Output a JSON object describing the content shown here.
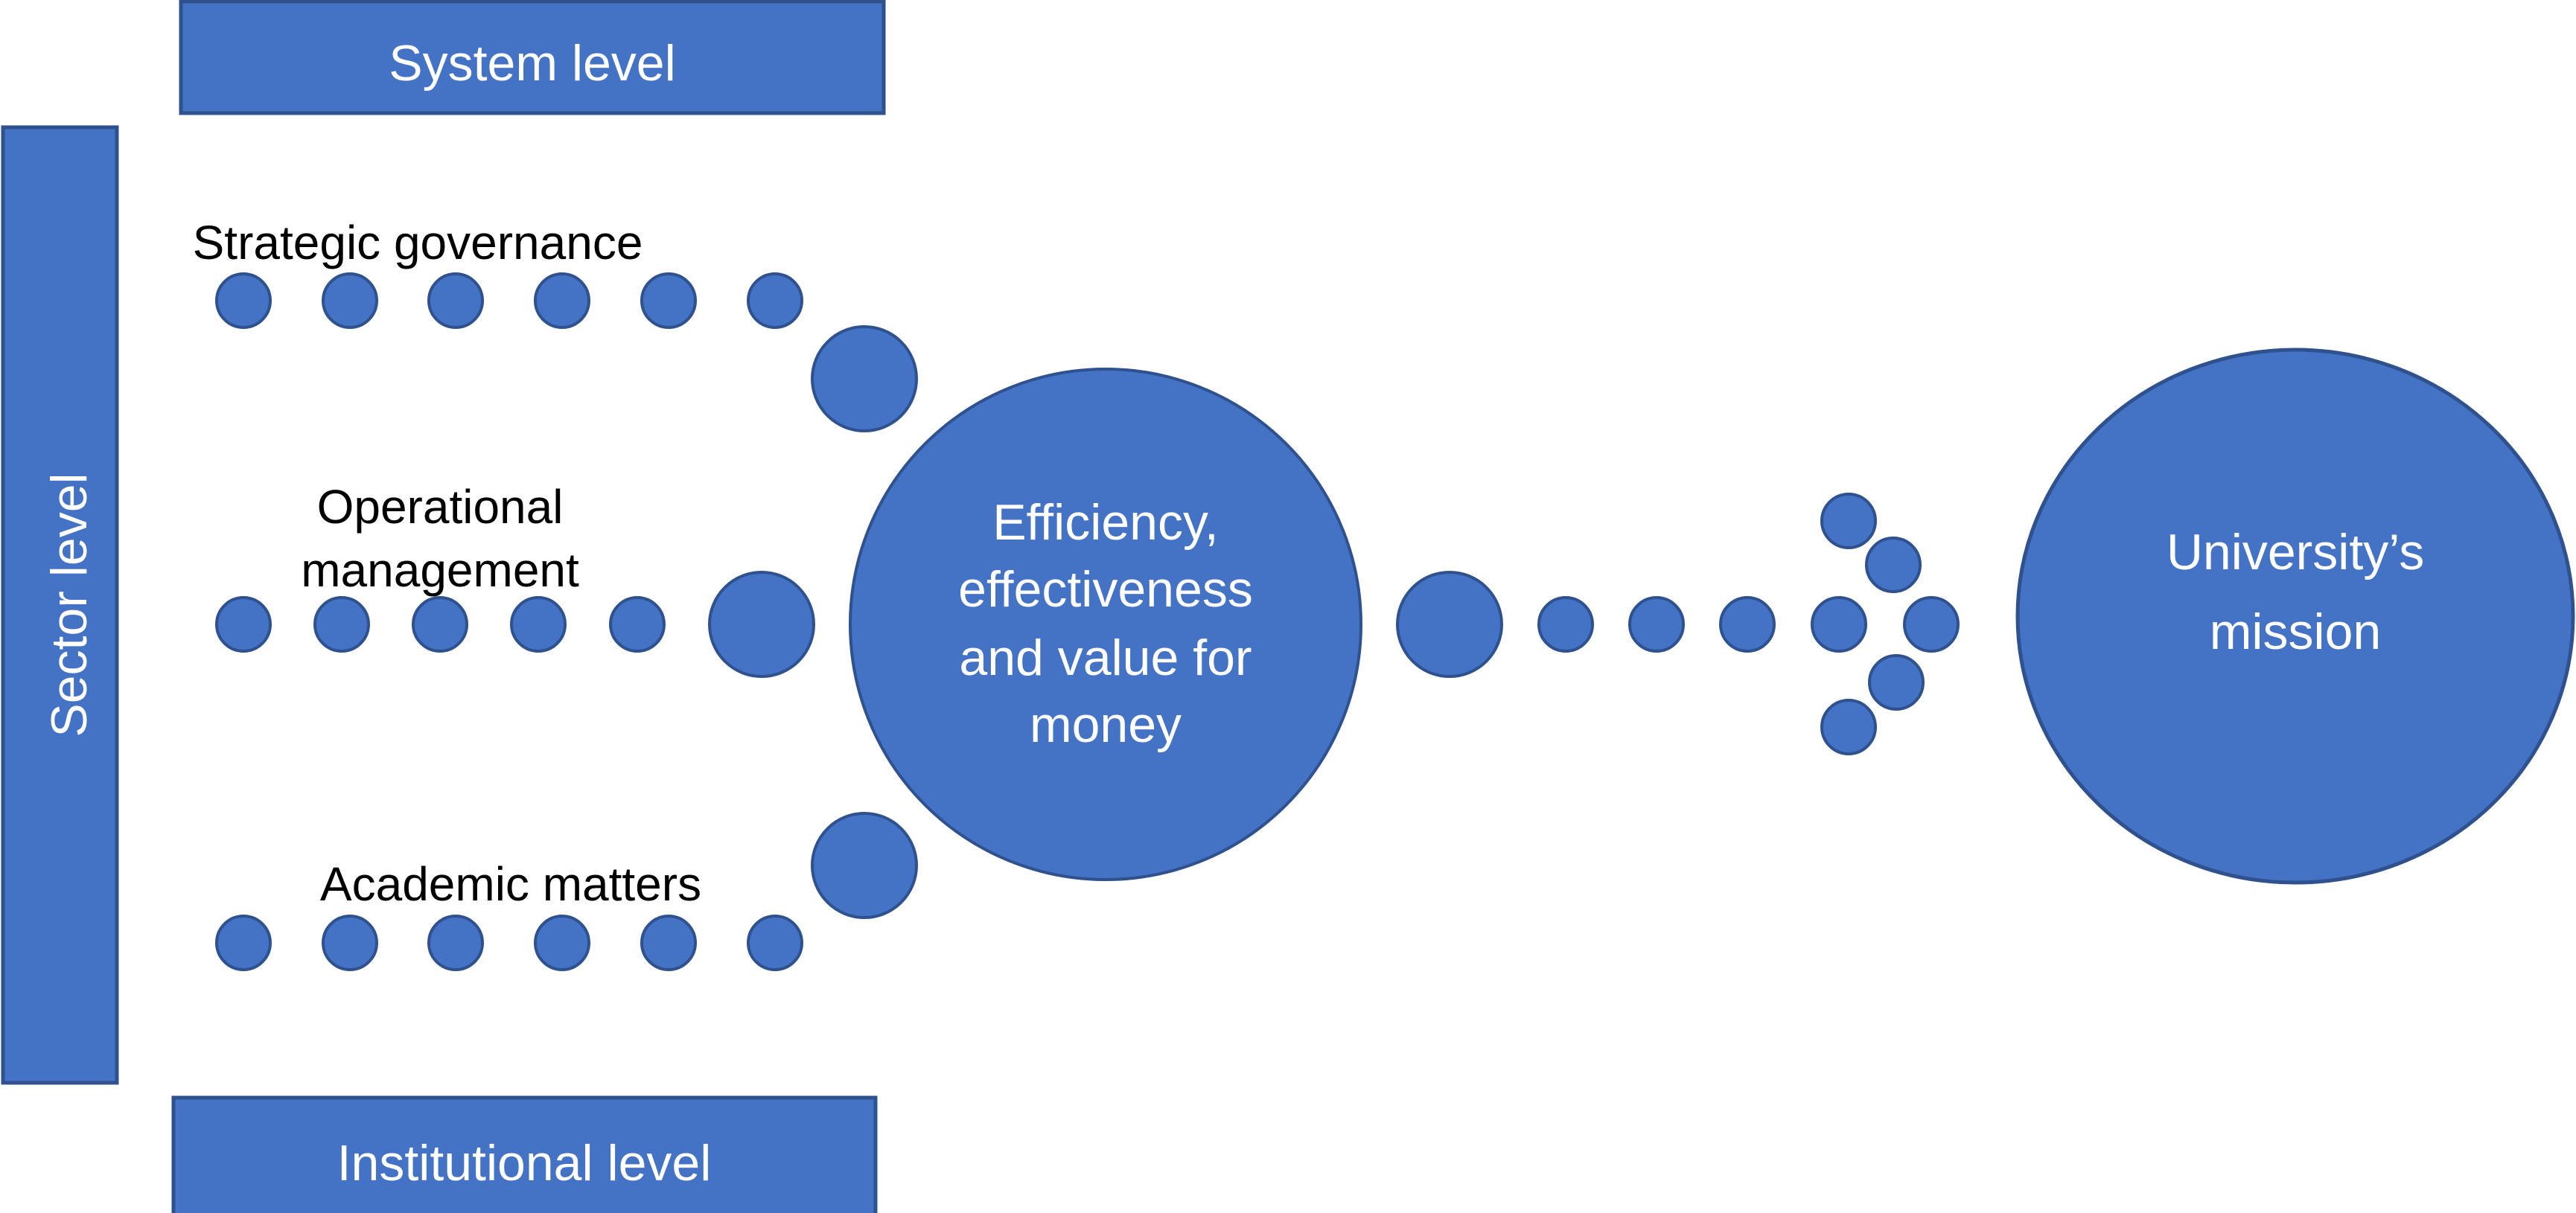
{
  "colors": {
    "fill": "#4472C4",
    "stroke": "#2F528F",
    "bar_text": "#FFFFFF",
    "label_text": "#000000"
  },
  "bars": {
    "system_level": "System level",
    "sector_level": "Sector level",
    "institutional_level": "Institutional level"
  },
  "streams": {
    "strategic_governance": "Strategic governance",
    "operational_management_line1": "Operational",
    "operational_management_line2": "management",
    "academic_matters": "Academic matters"
  },
  "center_node": {
    "line1": "Efficiency,",
    "line2": "effectiveness",
    "line3": "and value for",
    "line4": "money"
  },
  "mission_node": {
    "line1": "University’s",
    "line2": "mission"
  }
}
